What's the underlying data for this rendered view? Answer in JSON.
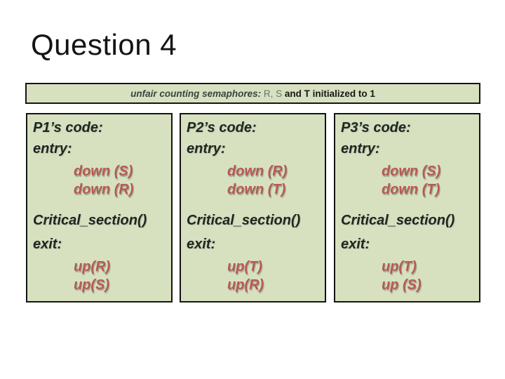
{
  "slide": {
    "title": "Question 4",
    "banner": {
      "italic_part": "unfair counting semaphores: ",
      "vars_part": "R, S ",
      "bold_part": "and T initialized to 1"
    },
    "columns": [
      {
        "title": "P1’s code:",
        "entry_label": "entry:",
        "entry_ops": [
          "down (S)",
          "down (R)"
        ],
        "critical": "Critical_section()",
        "exit_label": "exit:",
        "exit_ops": [
          "up(R)",
          "up(S)"
        ]
      },
      {
        "title": "P2’s code:",
        "entry_label": "entry:",
        "entry_ops": [
          "down (R)",
          "down (T)"
        ],
        "critical": "Critical_section()",
        "exit_label": "exit:",
        "exit_ops": [
          "up(T)",
          "up(R)"
        ]
      },
      {
        "title": "P3’s code:",
        "entry_label": "entry:",
        "entry_ops": [
          "down (S)",
          "down (T)"
        ],
        "critical": "Critical_section()",
        "exit_label": "exit:",
        "exit_ops": [
          "up(T)",
          "up (S)"
        ]
      }
    ]
  },
  "colors": {
    "box_bg": "#d7e1c0",
    "border": "#141414",
    "accent_red": "#b65a52",
    "heading_text": "#20261f",
    "banner_vars": "#66736f",
    "title_text": "#141414"
  }
}
